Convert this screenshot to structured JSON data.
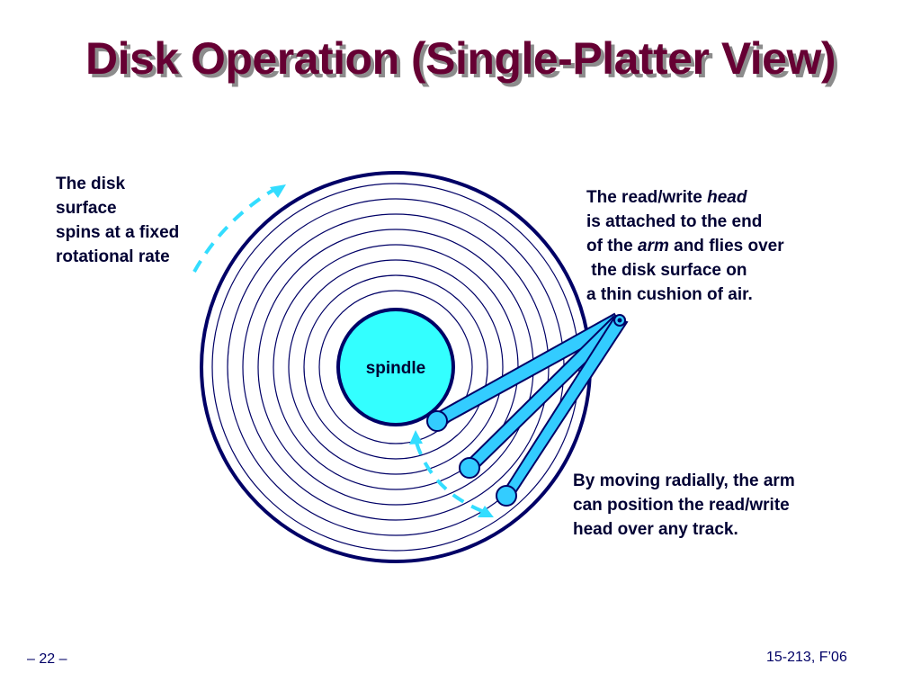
{
  "slide": {
    "title": "Disk Operation (Single-Platter View)",
    "page_number": "– 22 –",
    "course": "15-213, F’06"
  },
  "diagram": {
    "spindle_label": "spindle",
    "colors": {
      "title": "#660033",
      "disk_outline": "#000066",
      "spindle_fill": "#33ffff",
      "arm_fill": "#33ccff",
      "motion_arrow": "#33ddff",
      "text": "#000033"
    },
    "annotations": {
      "spin": {
        "line1": "The disk",
        "line2": "surface",
        "line3": "spins at a fixed",
        "line4": "rotational rate"
      },
      "head": {
        "line1_pre": "The read/write ",
        "line1_em": "head",
        "line2": "is attached to the end",
        "line3_pre": "of the ",
        "line3_em": "arm",
        "line3_post": " and flies over",
        "line4": " the disk surface on",
        "line5": "a thin cushion of air."
      },
      "radial": {
        "line1": "By moving radially, the arm",
        "line2": "can position the read/write",
        "line3": "head over any track."
      }
    }
  }
}
